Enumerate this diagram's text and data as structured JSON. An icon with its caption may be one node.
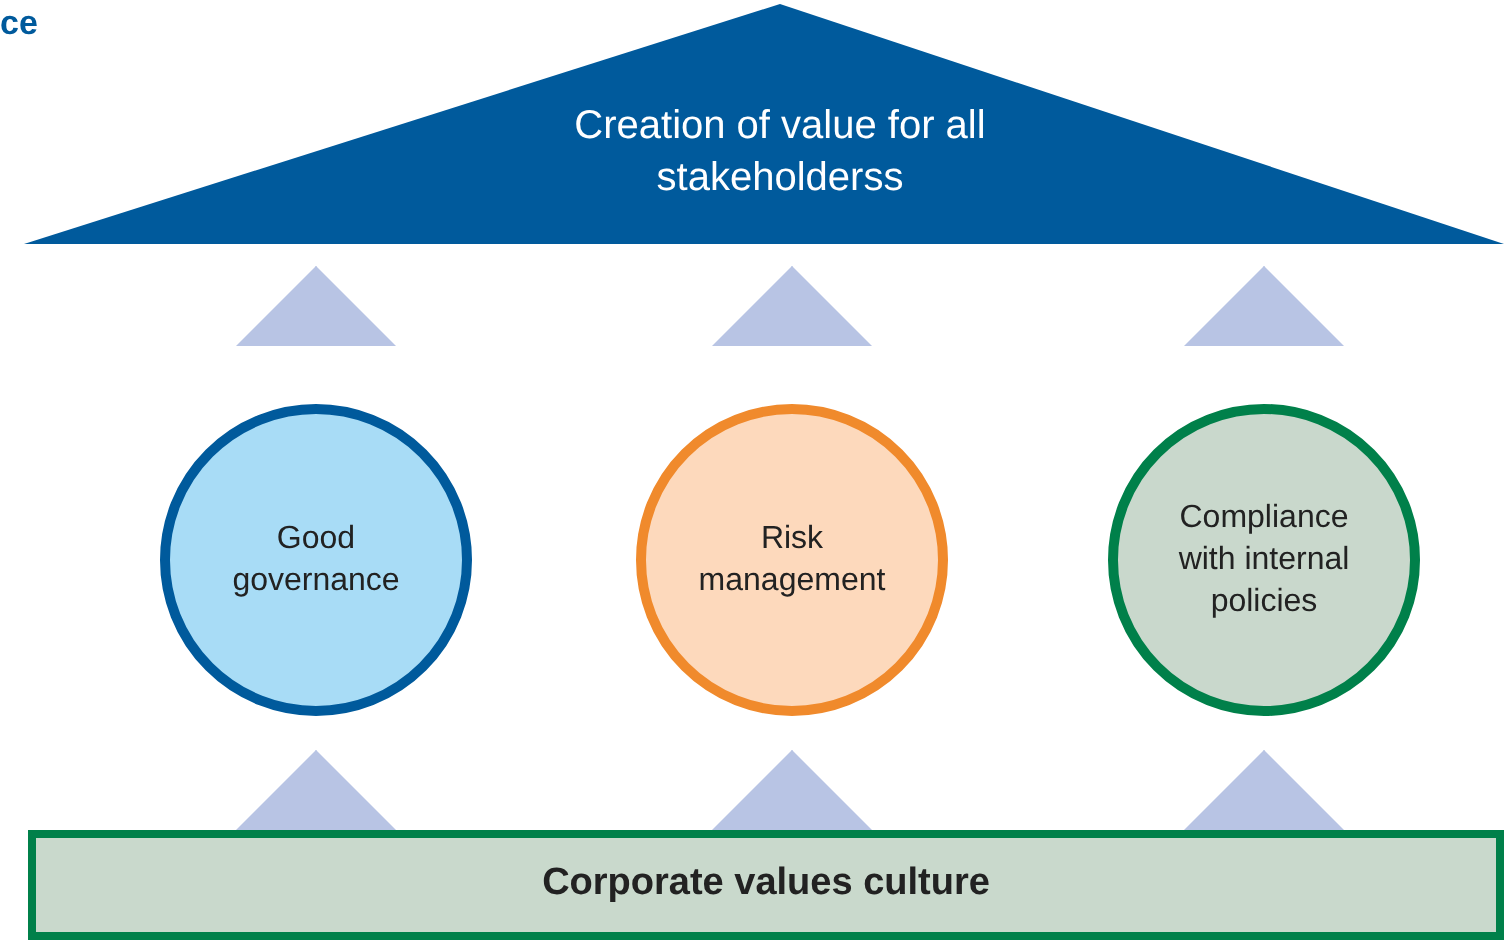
{
  "diagram": {
    "title": "ce",
    "nodes": [
      {
        "text": [
          "Creation of value for all stakeholderss"
        ]
      },
      {
        "text": [
          "Good governance"
        ]
      },
      {
        "text": [
          "Risk management"
        ]
      },
      {
        "text": [
          "Compliance with internal policies"
        ]
      },
      {
        "text": [
          "Corporate values culture"
        ]
      }
    ],
    "edges": [
      {
        "from": 4,
        "to": 1,
        "arrow": "to"
      },
      {
        "from": 4,
        "to": 2,
        "arrow": "to"
      },
      {
        "from": 4,
        "to": 3,
        "arrow": "to"
      },
      {
        "from": 1,
        "to": 0,
        "arrow": "to"
      },
      {
        "from": 2,
        "to": 0,
        "arrow": "to"
      },
      {
        "from": 3,
        "to": 0,
        "arrow": "to"
      }
    ]
  }
}
